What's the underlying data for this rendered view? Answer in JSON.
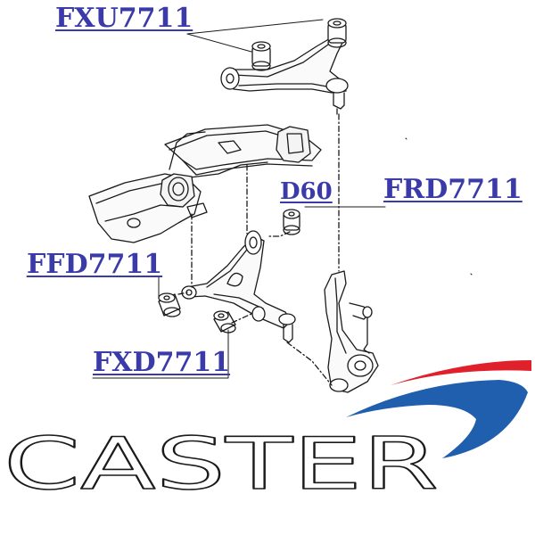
{
  "labels": {
    "fxu": "FXU7711",
    "d60": "D60",
    "frd": "FRD7711",
    "ffd": "FFD7711",
    "fxd": "FXD7711"
  },
  "logo": {
    "text": "CASTER",
    "swoosh_red": "#e0202a",
    "swoosh_blue": "#1f5fae"
  },
  "colors": {
    "label": "#3a3aa8",
    "line": "#1a1a1a"
  }
}
